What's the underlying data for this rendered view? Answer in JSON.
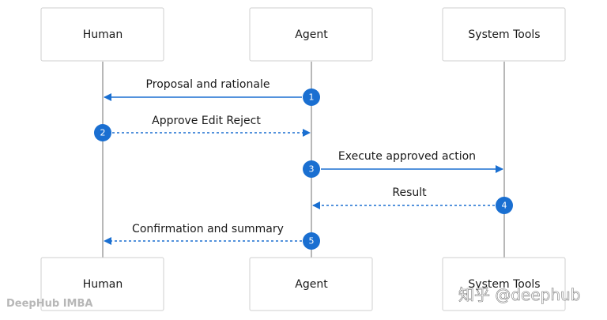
{
  "participants": {
    "human": "Human",
    "agent": "Agent",
    "tools": "System Tools"
  },
  "messages": [
    {
      "id": 1,
      "label": "Proposal and rationale",
      "from": "agent",
      "to": "human",
      "style": "solid"
    },
    {
      "id": 2,
      "label": "Approve Edit Reject",
      "from": "human",
      "to": "agent",
      "style": "dashed"
    },
    {
      "id": 3,
      "label": "Execute approved action",
      "from": "agent",
      "to": "tools",
      "style": "solid"
    },
    {
      "id": 4,
      "label": "Result",
      "from": "tools",
      "to": "agent",
      "style": "dashed"
    },
    {
      "id": 5,
      "label": "Confirmation and summary",
      "from": "agent",
      "to": "human",
      "style": "dashed"
    }
  ],
  "sequence_numbers": [
    "1",
    "2",
    "3",
    "4",
    "5"
  ],
  "watermarks": {
    "left": "DeepHub IMBA",
    "right": "知乎 @deephub"
  },
  "colors": {
    "arrow": "#1a6fd1",
    "badge": "#1a6fd1",
    "lifeline": "#b8b8b8",
    "box_border": "#cfcfcf"
  }
}
